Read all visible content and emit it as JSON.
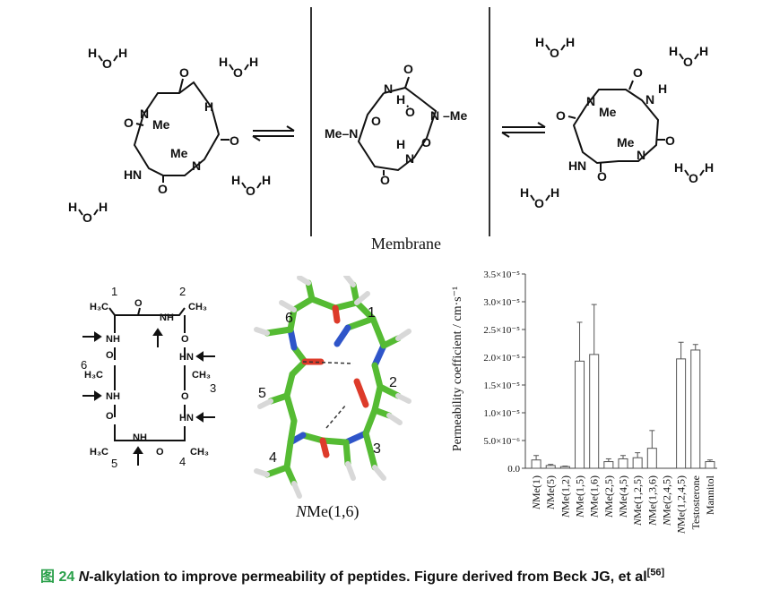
{
  "scene": {
    "membrane_label": "Membrane",
    "water": "H O H",
    "conformer_label_prefix": "N",
    "conformer_label_suffix": "Me(1,6)"
  },
  "ring_atoms": {
    "N": "N",
    "H": "H",
    "O": "O",
    "Me": "Me",
    "MeN": "Me–N",
    "NMe": "N–Me",
    "HN": "HN",
    "NH": "NH",
    "H3C": "H₃C",
    "CH3": "CH₃"
  },
  "numbers": [
    "1",
    "2",
    "3",
    "4",
    "5",
    "6"
  ],
  "caption": {
    "figure_no": "图 24",
    "n_letter": "N",
    "text": "-alkylation to improve permeability of peptides. Figure derived from Beck JG, et al",
    "ref": "[56]"
  },
  "chart_data": {
    "type": "bar",
    "ylabel": "Permeability coefficient / cm·s⁻¹",
    "ylim": [
      0,
      3.5e-05
    ],
    "yticks": [
      "0.0",
      "5.0×10⁻⁶",
      "1.0×10⁻⁵",
      "1.5×10⁻⁵",
      "2.0×10⁻⁵",
      "2.5×10⁻⁵",
      "3.0×10⁻⁵",
      "3.5×10⁻⁵"
    ],
    "ytick_values": [
      0,
      5e-06,
      1e-05,
      1.5e-05,
      2e-05,
      2.5e-05,
      3e-05,
      3.5e-05
    ],
    "categories": [
      "NMe(1)",
      "NMe(5)",
      "NMe(1,2)",
      "NMe(1,5)",
      "NMe(1,6)",
      "NMe(2,5)",
      "NMe(4,5)",
      "NMe(1,2,5)",
      "NMe(1,3,6)",
      "NMe(2,4,5)",
      "NMe(1,2,4,5)",
      "Testosterone",
      "Mannitol"
    ],
    "values": [
      1.5e-06,
      5e-07,
      3e-07,
      1.93e-05,
      2.05e-05,
      1.2e-06,
      1.7e-06,
      1.9e-06,
      3.6e-06,
      0,
      1.97e-05,
      2.13e-05,
      1.2e-06
    ],
    "errors": [
      8e-07,
      2e-07,
      1e-07,
      7e-06,
      9e-06,
      5e-07,
      6e-07,
      9e-07,
      3.2e-06,
      0,
      3e-06,
      1e-06,
      3e-07
    ],
    "grid": false
  },
  "colors": {
    "carbon": "#55bb33",
    "nitrogen": "#2f55c9",
    "oxygen": "#dd3b2a",
    "hydrogen": "#d8d8d8",
    "accent": "#2aa04a"
  }
}
